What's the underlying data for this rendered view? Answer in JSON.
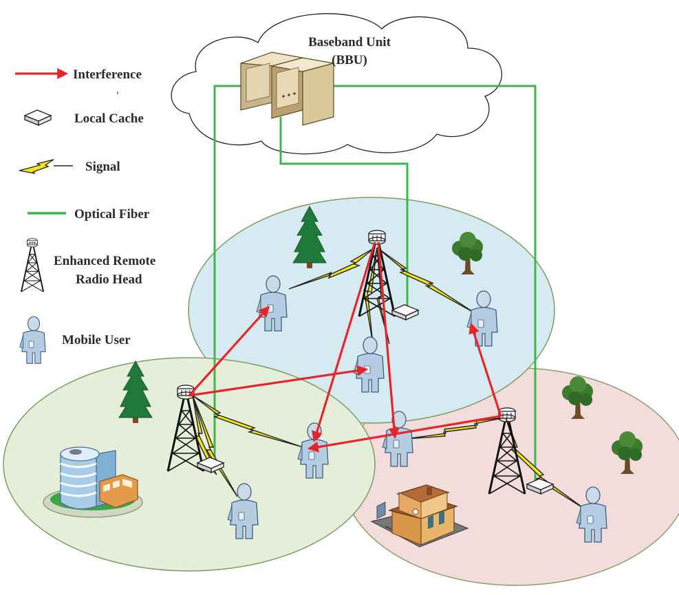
{
  "bbu": {
    "line1": "Baseband Unit",
    "line2": "(BBU)"
  },
  "legend": {
    "interference": "Interference",
    "cache": "Local Cache",
    "signal": "Signal",
    "fiber": "Optical Fiber",
    "rrh_line1": "Enhanced Remote",
    "rrh_line2": "Radio Head",
    "user": "Mobile User"
  },
  "colors": {
    "interference": "#e8242b",
    "fiber": "#3cb54a",
    "signal": "#f2e61a",
    "cell_top": "#d6ebf1",
    "cell_left": "#e5eed8",
    "cell_right": "#f3dcdc"
  }
}
